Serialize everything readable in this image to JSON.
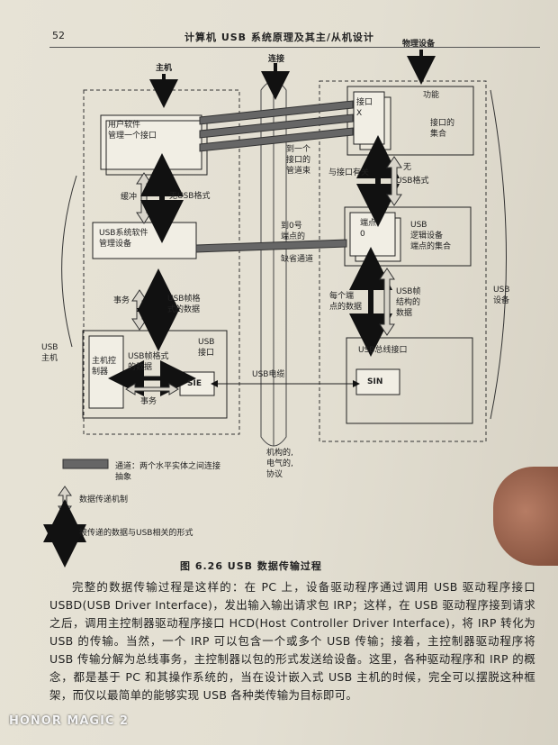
{
  "header": {
    "page_number": "52",
    "title": "计算机 USB 系统原理及其主/从机设计"
  },
  "diagram": {
    "host": "主机",
    "connection": "连接",
    "physical_device": "物理设备",
    "client_software": "用户软件\n管理一个接口",
    "interface_x": "接口\nX",
    "function": "功能",
    "interface_set": "接口的\n集合",
    "to_interface_bundle": "到一个\n接口的\n管道束",
    "interface_related": "与接口有关",
    "none": "无",
    "buffer": "缓冲",
    "no_usb_format": "无USB格式",
    "usb_format": "USB格式",
    "usb_system_software": "USB系统软件\n管理设备",
    "to_endpoint_0": "到0号\n端点的",
    "default_pipe": "缺省通道",
    "endpoint_0": "端点\n0",
    "usb_logical_device": "USB\n逻辑设备\n端点的集合",
    "transaction": "事务",
    "usb_frame_format_data": "USB帧格\n式的数据",
    "per_endpoint_data": "每个端\n点的数据",
    "usb_frame_structure_data": "USB帧\n结构的\n数据",
    "usb_device": "USB\n设备",
    "host_controller": "主机控\n制器",
    "usb_interface": "USB\n接口",
    "usb_frame_format_data_2": "USB帧格式\n的数据",
    "usb_bus_interface": "USB总线接口",
    "usb_cable": "USB电缆",
    "sie": "SIE",
    "sin": "SIN",
    "transaction_2": "事务",
    "usb_host": "USB\n主机",
    "mech_elec_protocol": "机构的,\n电气的,\n协议"
  },
  "legend": {
    "pipe": "通道：两个水平实体之间连接\n抽象",
    "data_mechanism": "数据传递机制",
    "data_form": "被传递的数据与USB相关的形式"
  },
  "caption": "图 6.26  USB 数据传输过程",
  "paragraph": "完整的数据传输过程是这样的：在 PC 上，设备驱动程序通过调用 USB 驱动程序接口 USBD(USB Driver Interface)，发出输入输出请求包 IRP；这样，在 USB 驱动程序接到请求之后，调用主控制器驱动程序接口 HCD(Host Controller Driver Interface)，将 IRP 转化为 USB 的传输。当然，一个 IRP 可以包含一个或多个 USB 传输；接着，主控制器驱动程序将 USB 传输分解为总线事务，主控制器以包的形式发送给设备。这里，各种驱动程序和 IRP 的概念，都是基于 PC 和其操作系统的，当在设计嵌入式 USB 主机的时候，完全可以摆脱这种框架，而仅以最简单的能够实现 USB 各种类传输为目标即可。",
  "watermark": "HONOR MAGIC 2"
}
